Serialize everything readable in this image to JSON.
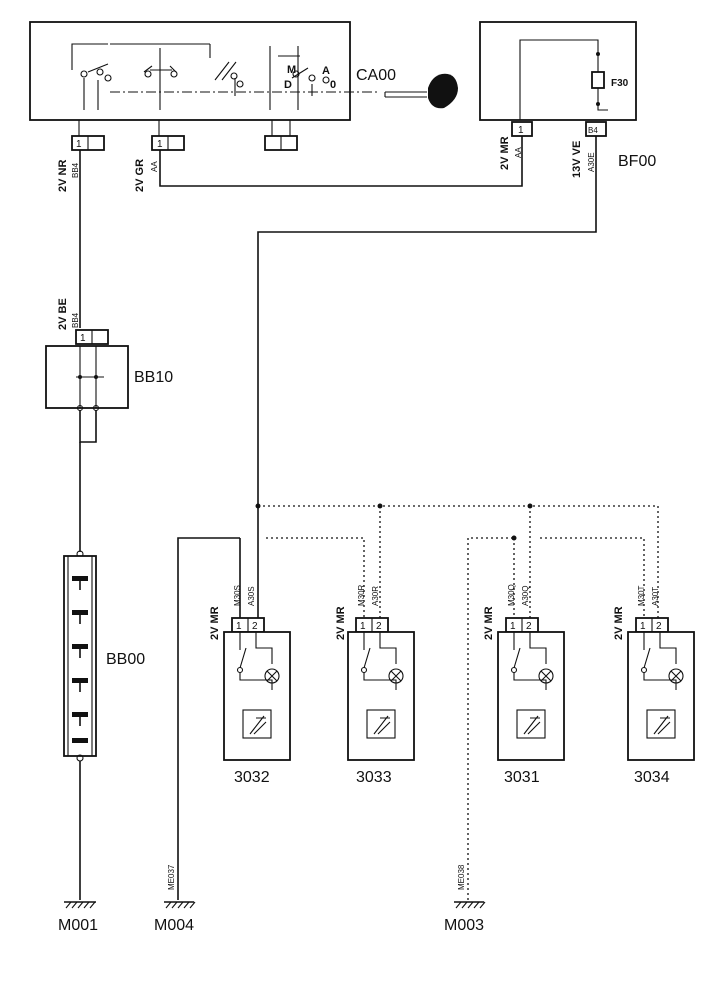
{
  "components": {
    "ignition_switch": "CA00",
    "fuse_box": "BF00",
    "fuse": "F30",
    "connector_bb10": "BB10",
    "battery": "BB00",
    "lamp_3032": "3032",
    "lamp_3033": "3033",
    "lamp_3031": "3031",
    "lamp_3034": "3034"
  },
  "grounds": {
    "m001": "M001",
    "m004": "M004",
    "m003": "M003",
    "me037": "ME037",
    "me038": "ME038"
  },
  "ignition_switch_positions": {
    "m": "M",
    "d": "D",
    "a": "A",
    "zero": "0"
  },
  "connectors": {
    "ca00_left": "2V NR",
    "ca00_left_code": "BB4",
    "ca00_mid": "2V GR",
    "ca00_mid_code": "AA",
    "bf00_left": "2V MR",
    "bf00_left_code": "AA",
    "bf00_right": "13V VE",
    "bf00_right_code": "A30E",
    "bf00_right_pin": "B4",
    "bb10": "2V BE",
    "bb10_code": "BB4",
    "lamp_3032": "2V MR",
    "lamp_3033": "2V MR",
    "lamp_3031": "2V MR",
    "lamp_3034": "2V MR"
  },
  "wires": {
    "w3032_a": "M30S",
    "w3032_b": "A30S",
    "w3033_a": "M30R",
    "w3033_b": "A30R",
    "w3031_a": "M30Q",
    "w3031_b": "A30Q",
    "w3034_a": "M30T",
    "w3034_b": "A30T"
  },
  "pins": {
    "one": "1",
    "two": "2"
  }
}
